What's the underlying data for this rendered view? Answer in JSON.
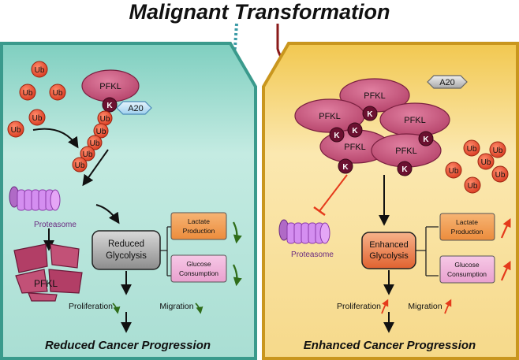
{
  "title": "Malignant Transformation",
  "left_panel": {
    "caption": "Reduced Cancer Progression",
    "ub_label": "Ub",
    "pfkl_label": "PFKL",
    "k_label": "K",
    "a20_label": "A20",
    "proteasome_label": "Proteasome",
    "glycolysis_line1": "Reduced",
    "glycolysis_line2": "Glycolysis",
    "lactate_line1": "Lactate",
    "lactate_line2": "Production",
    "glucose_line1": "Glucose",
    "glucose_line2": "Consumption",
    "proliferation_label": "Proliferation",
    "migration_label": "Migration"
  },
  "right_panel": {
    "caption": "Enhanced Cancer Progression",
    "ub_label": "Ub",
    "pfkl_label": "PFKL",
    "k_label": "K",
    "a20_label": "A20",
    "proteasome_label": "Proteasome",
    "glycolysis_line1": "Enhanced",
    "glycolysis_line2": "Glycolysis",
    "lactate_line1": "Lactate",
    "lactate_line2": "Production",
    "glucose_line1": "Glucose",
    "glucose_line2": "Consumption",
    "proliferation_label": "Proliferation",
    "migration_label": "Migration"
  },
  "colors": {
    "left_panel_fill": "#b9e6dc",
    "left_panel_border": "#3a9a8c",
    "right_panel_fill": "#f7dc8e",
    "right_panel_border": "#c9961e",
    "pfkl_fill": "#c25177",
    "k_fill": "#6b1030",
    "ub_fill": "#e5452a",
    "a20_fill": "#b9dcf0",
    "proteasome_fill": "#d98ff0",
    "orange_box": "#f0a257",
    "pink_box": "#f2b3da",
    "down_arrow": "#2f6d1a",
    "up_arrow": "#e53a1b",
    "malignant_dotted": "#3a9aa6",
    "malignant_solid": "#8a1a1a"
  }
}
